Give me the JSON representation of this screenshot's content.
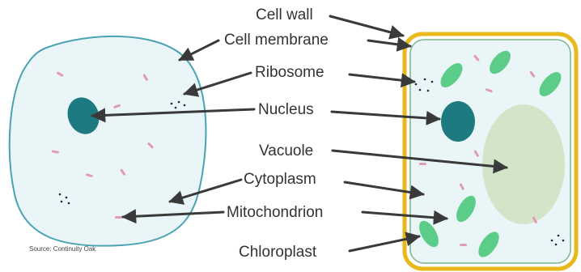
{
  "labels": {
    "cell_wall": "Cell wall",
    "cell_membrane": "Cell membrane",
    "ribosome": "Ribosome",
    "nucleus": "Nucleus",
    "vacuole": "Vacuole",
    "cytoplasm": "Cytoplasm",
    "mitochondrion": "Mitochondrion",
    "chloroplast": "Chloroplast"
  },
  "source": "Source: Continuity Oak",
  "colors": {
    "cytoplasm": "#eaf5f7",
    "animal_membrane": "#4aa3b3",
    "plant_wall": "#e8b81c",
    "plant_membrane": "#7cb38c",
    "nucleus": "#1d7a80",
    "vacuole": "#d3e4c9",
    "chloroplast": "#5ccd88",
    "mitochondrion": "#e09bb8",
    "ribosome": "#1d2b3a",
    "arrow": "#3a3a3a"
  }
}
